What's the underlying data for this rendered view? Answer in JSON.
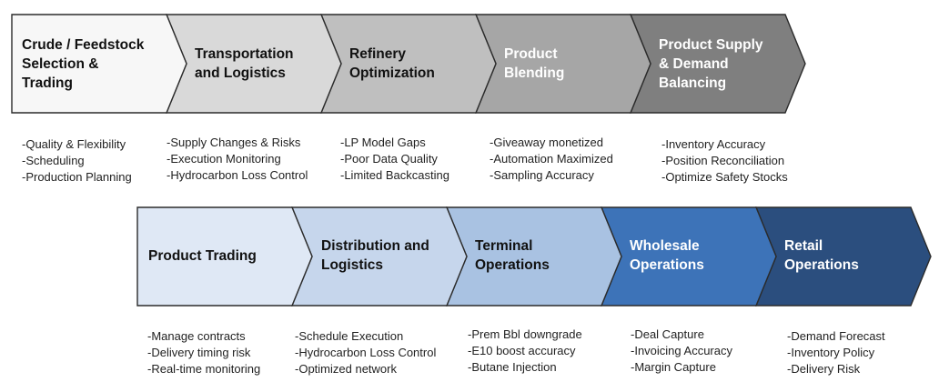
{
  "rows": [
    {
      "stages": [
        {
          "title": "Crude / Feedstock\nSelection &\nTrading",
          "fill": "#f7f7f7",
          "text_color": "#111111",
          "bullets": [
            "-Quality & Flexibility",
            "-Scheduling",
            "-Production Planning"
          ]
        },
        {
          "title": "Transportation\nand Logistics",
          "fill": "#d9d9d9",
          "text_color": "#111111",
          "bullets": [
            "-Supply Changes & Risks",
            "-Execution Monitoring",
            "-Hydrocarbon Loss Control"
          ]
        },
        {
          "title": "Refinery\nOptimization",
          "fill": "#bfbfbf",
          "text_color": "#111111",
          "bullets": [
            "-LP Model Gaps",
            "-Poor Data Quality",
            "-Limited Backcasting"
          ]
        },
        {
          "title": "Product\nBlending",
          "fill": "#a6a6a6",
          "text_color": "#ffffff",
          "bullets": [
            "-Giveaway monetized",
            "-Automation Maximized",
            "-Sampling Accuracy"
          ]
        },
        {
          "title": "Product Supply\n& Demand\nBalancing",
          "fill": "#7f7f7f",
          "text_color": "#ffffff",
          "bullets": [
            "-Inventory Accuracy",
            "-Position Reconciliation",
            "-Optimize Safety Stocks"
          ]
        }
      ]
    },
    {
      "stages": [
        {
          "title": "Product Trading",
          "fill": "#dfe8f5",
          "text_color": "#111111",
          "bullets": [
            "-Manage contracts",
            "-Delivery timing risk",
            "-Real-time monitoring"
          ]
        },
        {
          "title": "Distribution and\nLogistics",
          "fill": "#c6d6ec",
          "text_color": "#111111",
          "bullets": [
            "-Schedule Execution",
            "-Hydrocarbon Loss Control",
            "-Optimized network"
          ]
        },
        {
          "title": "Terminal\nOperations",
          "fill": "#a9c2e2",
          "text_color": "#111111",
          "bullets": [
            "-Prem Bbl downgrade",
            "-E10 boost accuracy",
            "-Butane Injection"
          ]
        },
        {
          "title": "Wholesale\nOperations",
          "fill": "#3d73b8",
          "text_color": "#ffffff",
          "bullets": [
            "-Deal Capture",
            "-Invoicing Accuracy",
            "-Margin Capture"
          ]
        },
        {
          "title": "Retail\nOperations",
          "fill": "#2b4e7e",
          "text_color": "#ffffff",
          "bullets": [
            "-Demand Forecast",
            "-Inventory Policy",
            "-Delivery Risk"
          ]
        }
      ]
    }
  ]
}
